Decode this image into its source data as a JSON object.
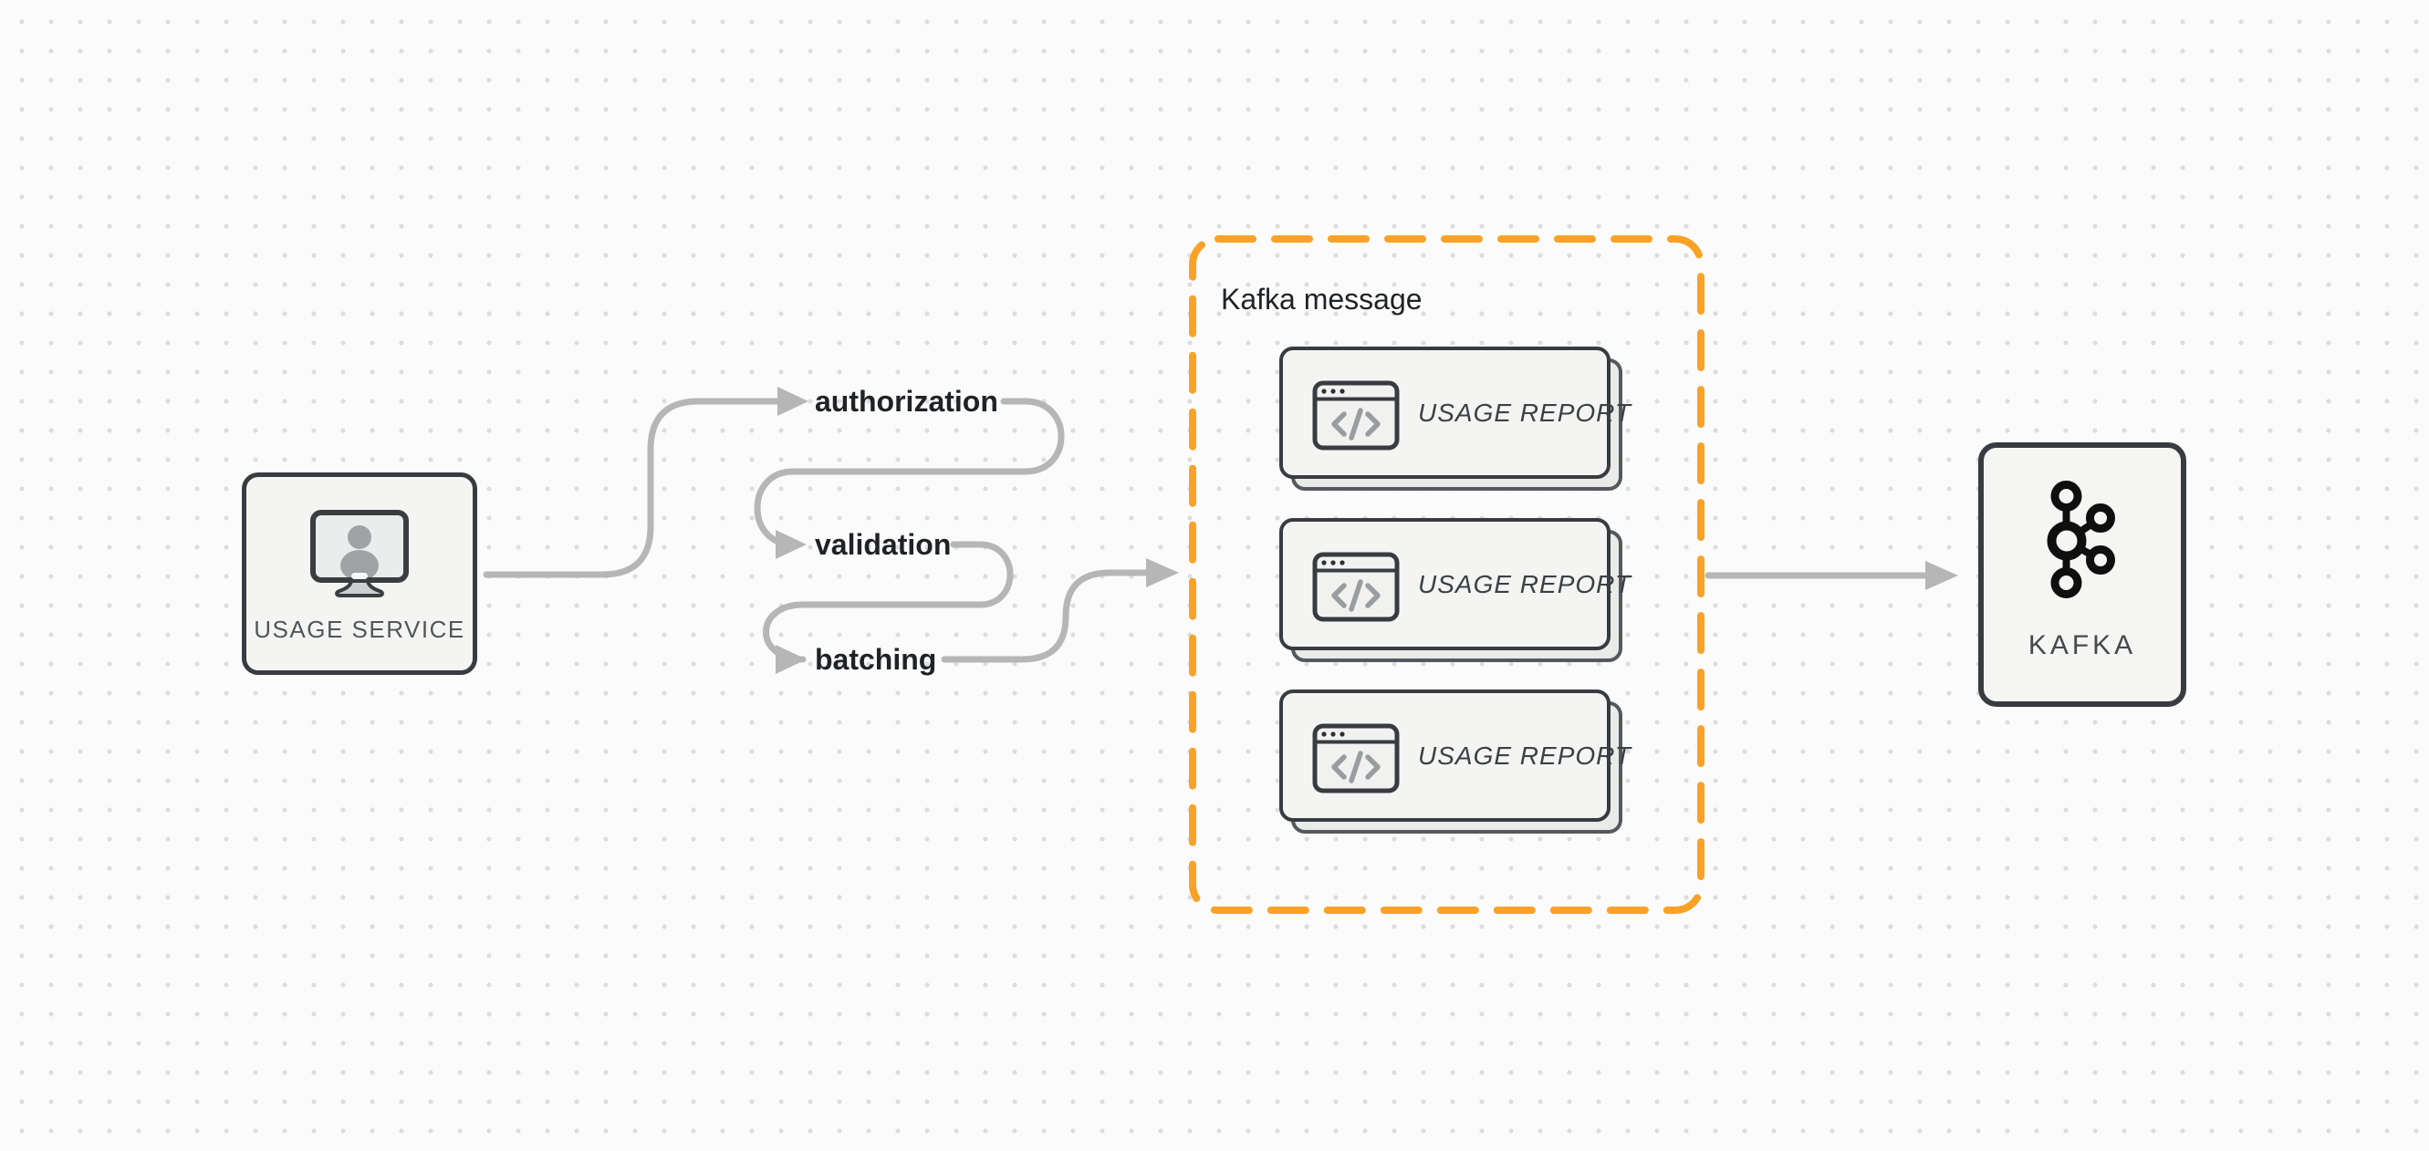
{
  "nodes": {
    "usage_service": {
      "label": "USAGE SERVICE"
    },
    "kafka": {
      "label": "KAFKA"
    }
  },
  "pipeline_steps": [
    {
      "label": "authorization"
    },
    {
      "label": "validation"
    },
    {
      "label": "batching"
    }
  ],
  "kafka_message_group": {
    "title": "Kafka message",
    "cards": [
      {
        "label": "USAGE REPORT"
      },
      {
        "label": "USAGE REPORT"
      },
      {
        "label": "USAGE REPORT"
      }
    ]
  },
  "icons": {
    "usage_service": "monitor-user-icon",
    "report_card": "code-window-icon",
    "kafka": "kafka-logo-icon",
    "connectors": "arrowhead-right-icon"
  },
  "colors": {
    "group_border_orange": "#F9A227",
    "connector_gray": "#B5B6B5",
    "node_border_dark": "#383C40",
    "node_background": "#F4F5F3",
    "label_dark": "#1F2226",
    "muted_label_gray": "#51565A",
    "canvas_background": "#FBFBFB",
    "dot_grid_gray": "#DCDDE0"
  }
}
